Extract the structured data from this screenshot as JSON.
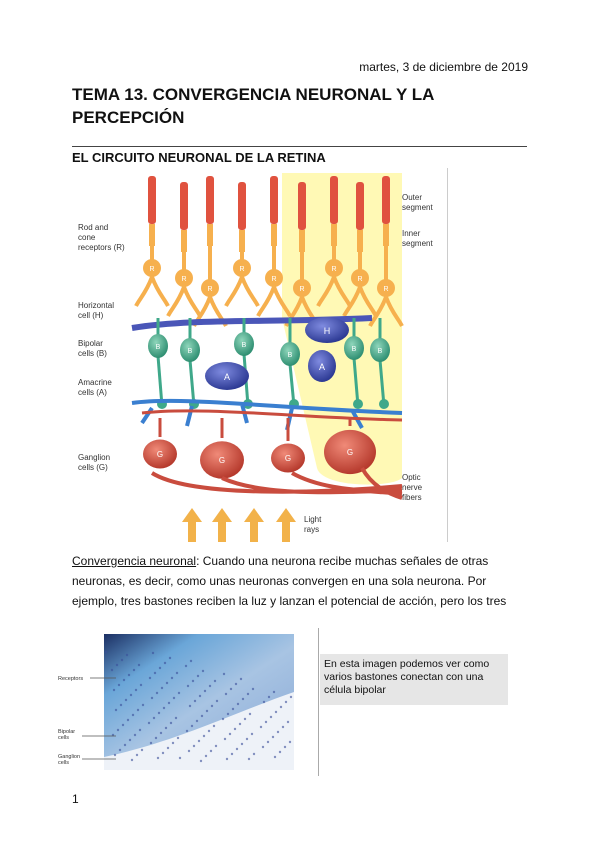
{
  "header": {
    "date": "martes, 3 de diciembre de 2019"
  },
  "title": "TEMA 13. CONVERGENCIA NEURONAL Y LA PERCEPCIÓN",
  "section": {
    "heading": "EL CIRCUITO NEURONAL DE LA RETINA"
  },
  "figure1": {
    "labels_left": {
      "rod_cone_1": "Rod and",
      "rod_cone_2": "cone",
      "rod_cone_3": "receptors (R)",
      "horizontal_1": "Horizontal",
      "horizontal_2": "cell (H)",
      "bipolar_1": "Bipolar",
      "bipolar_2": "cells (B)",
      "amacrine_1": "Amacrine",
      "amacrine_2": "cells (A)",
      "ganglion_1": "Ganglion",
      "ganglion_2": "cells (G)"
    },
    "labels_right": {
      "outer_1": "Outer",
      "outer_2": "segment",
      "inner_1": "Inner",
      "inner_2": "segment",
      "optic_1": "Optic",
      "optic_2": "nerve",
      "optic_3": "fibers",
      "light_1": "Light",
      "light_2": "rays"
    },
    "cell_letters": {
      "R": "R",
      "H": "H",
      "B": "B",
      "A": "A",
      "G": "G"
    },
    "colors": {
      "receptor": "#f6b04e",
      "outer": "#e0523f",
      "horizontal": "#4a56b8",
      "bipolar": "#3fa88a",
      "amacrine": "#3e4fb0",
      "ganglion": "#c94c3e",
      "highlight": "#fff25a",
      "arrows": "#f2b24a",
      "dendrites": "#3a7fd0"
    }
  },
  "paragraph": {
    "term": "Convergencia neuronal",
    "text": ": Cuando una neurona recibe muchas señales de otras neuronas, es decir, como unas neuronas convergen en una sola neurona. Por ejemplo, tres bastones reciben la luz y lanzan el potencial de acción, pero los tres"
  },
  "figure2": {
    "labels": {
      "receptors": "Receptors",
      "bipolar_1": "Bipolar",
      "bipolar_2": "cells",
      "ganglion_1": "Ganglion",
      "ganglion_2": "cells"
    }
  },
  "note": {
    "text": "En esta imagen podemos ver como varios bastones conectan con una célula bipolar"
  },
  "footer": {
    "page_number": "1"
  }
}
